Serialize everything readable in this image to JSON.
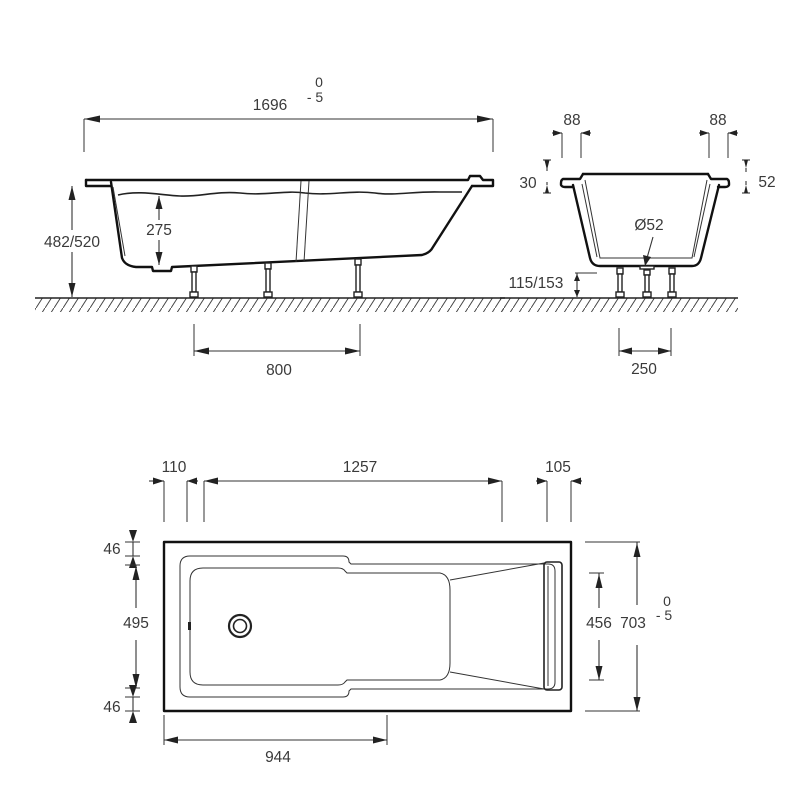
{
  "diagram": {
    "type": "technical-drawing",
    "subject": "rectangular bathtub dimensions (mm)",
    "views": {
      "side_elevation": {
        "overall_length": "1696",
        "length_tolerance_upper": "0",
        "length_tolerance_lower": "- 5",
        "rim_height": "482/520",
        "water_depth": "275",
        "leg_spacing": "800"
      },
      "end_elevation": {
        "rim_width_left": "88",
        "rim_width_right": "88",
        "rim_thickness_left": "30",
        "rim_thickness_right": "52",
        "drain_diameter": "Ø52",
        "leg_height": "115/153",
        "leg_spacing": "250"
      },
      "plan_view": {
        "head_offset": "110",
        "inner_length": "1257",
        "foot_offset": "105",
        "side_rim_top": "46",
        "inner_width": "495",
        "side_rim_bottom": "46",
        "headrest_width": "456",
        "overall_width": "703",
        "width_tolerance_upper": "0",
        "width_tolerance_lower": "- 5",
        "drain_to_step": "944"
      }
    }
  }
}
